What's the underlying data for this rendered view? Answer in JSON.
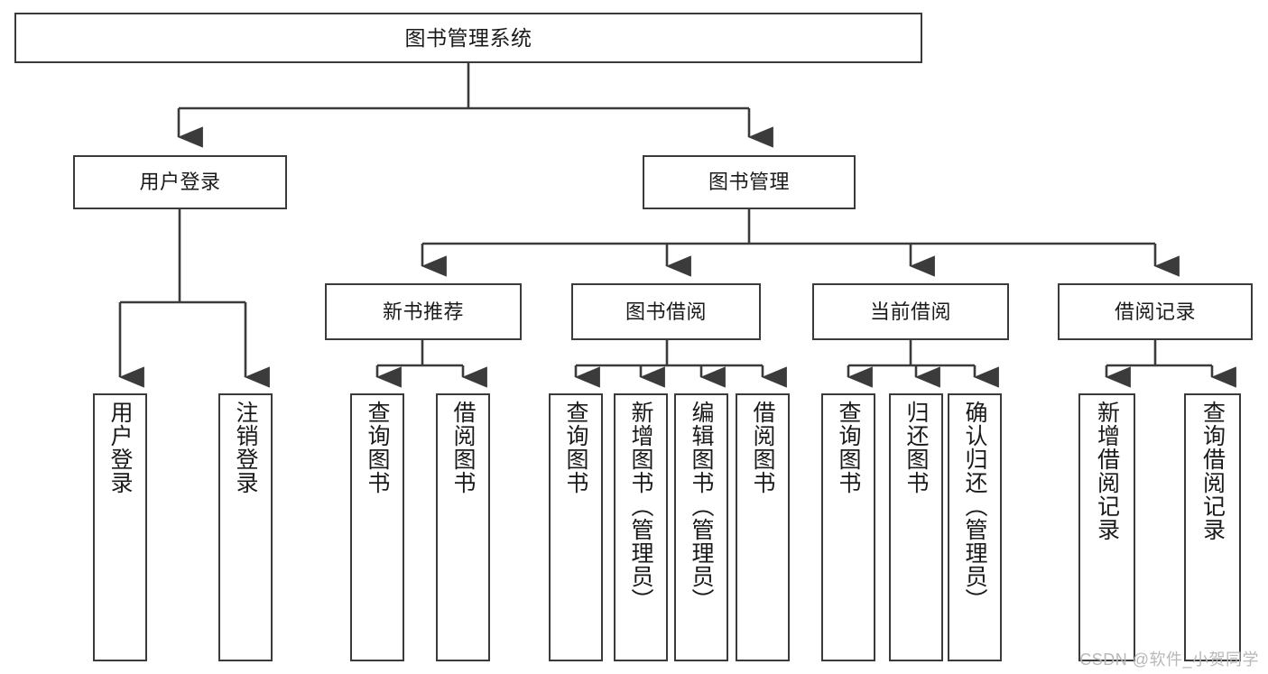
{
  "diagram": {
    "title": "图书管理系统",
    "type": "tree-hierarchy-diagram",
    "watermark": "CSDN @软件_小贺同学",
    "colors": {
      "box_border": "#3b3b3b",
      "box_fill": "#ffffff",
      "connector": "#3b3b3b",
      "text": "#1a1a1a",
      "watermark": "#b8b8b8",
      "background": "#ffffff"
    },
    "root": {
      "label": "图书管理系统"
    },
    "level2": [
      {
        "label": "用户登录"
      },
      {
        "label": "图书管理"
      }
    ],
    "level3": [
      {
        "label": "新书推荐"
      },
      {
        "label": "图书借阅"
      },
      {
        "label": "当前借阅"
      },
      {
        "label": "借阅记录"
      }
    ],
    "leaves": {
      "user_login": [
        {
          "label": "用户登录"
        },
        {
          "label": "注销登录"
        }
      ],
      "new_book_recommend": [
        {
          "label": "查询图书"
        },
        {
          "label": "借阅图书"
        }
      ],
      "book_borrow": [
        {
          "label": "查询图书"
        },
        {
          "label": "新增图书（管理员）"
        },
        {
          "label": "编辑图书（管理员）"
        },
        {
          "label": "借阅图书"
        }
      ],
      "current_borrow": [
        {
          "label": "查询图书"
        },
        {
          "label": "归还图书"
        },
        {
          "label": "确认归还（管理员）"
        }
      ],
      "borrow_records": [
        {
          "label": "新增借阅记录"
        },
        {
          "label": "查询借阅记录"
        }
      ]
    }
  }
}
